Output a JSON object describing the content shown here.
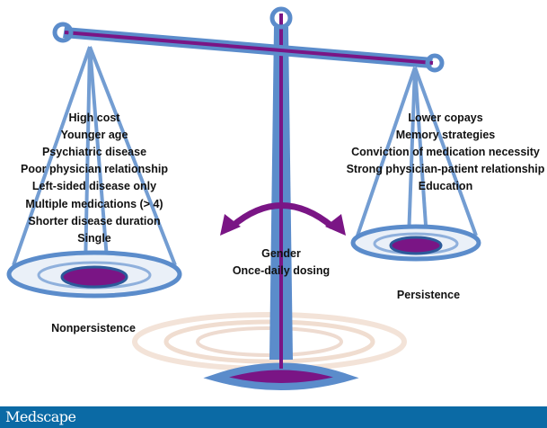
{
  "left_factors": [
    "High cost",
    "Younger age",
    "Psychiatric disease",
    "Poor physician relationship",
    "Left-sided disease only",
    "Multiple medications (> 4)",
    "Shorter disease duration",
    "Single"
  ],
  "right_factors": [
    "Lower copays",
    "Memory strategies",
    "Conviction of medication necessity",
    "Strong physician-patient relationship",
    "Education"
  ],
  "center_factors": [
    "Gender",
    "Once-daily dosing"
  ],
  "left_pan_label": "Nonpersistence",
  "right_pan_label": "Persistence",
  "footer": {
    "logo": "Medscape"
  },
  "colors": {
    "scale_blue": "#5b8ccb",
    "accent_purple": "#7a1585",
    "footer_blue": "#0b6aa5"
  }
}
